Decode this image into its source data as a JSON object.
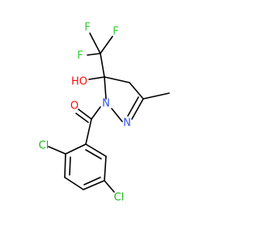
{
  "molecule": {
    "atom_labels": {
      "F_top_left": "F",
      "F_top_right": "F",
      "F_left": "F",
      "hydroxyl": "HO",
      "carbonyl_oxygen": "O",
      "ring_n1": "N",
      "ring_n2": "N",
      "cl_ortho": "Cl",
      "cl_meta": "Cl"
    },
    "colors": {
      "bond": "#000000",
      "fluorine": "#33cc33",
      "oxygen": "#ff0d0d",
      "nitrogen": "#3050f8",
      "chlorine": "#1fb51f"
    }
  }
}
